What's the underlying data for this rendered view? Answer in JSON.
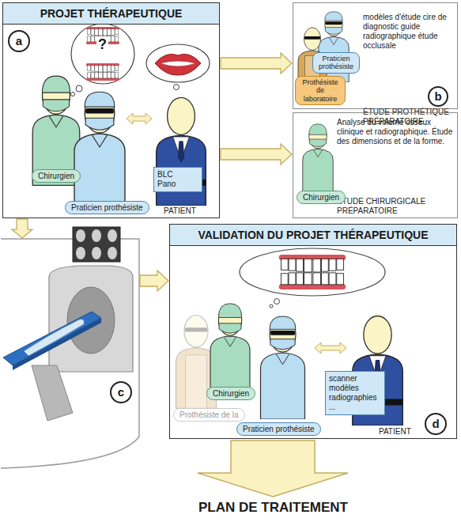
{
  "diagram": {
    "nodes": [
      {
        "text": [
          "PROJET THÉRAPEUTIQUE"
        ]
      },
      {
        "text": [
          "a"
        ],
        "in": 0
      },
      {
        "text": [
          "Chirurgien"
        ],
        "in": 0
      },
      {
        "text": [
          "Praticien prothésiste"
        ],
        "in": 0
      },
      {
        "text": [
          "BLC Pano"
        ],
        "in": 0
      },
      {
        "text": [
          "modèles d'étude cire de diagnostic guide radiographique étude occlusale",
          "ÉTUDE PROTHÉTIQUE PRÉPARATOIRE"
        ]
      },
      {
        "text": [
          "Praticien prothésiste"
        ],
        "in": 5
      },
      {
        "text": [
          "Prothésiste de laboratoire"
        ],
        "in": 5
      },
      {
        "text": [
          "b"
        ],
        "in": 5
      },
      {
        "text": [
          "Analyse du volume osseux clinique et radiographique. Étude des dimensions et de la forme.",
          "ÉTUDE CHIRURGICALE PRÉPARATOIRE"
        ]
      },
      {
        "text": [
          "Chirurgien"
        ],
        "in": 9
      },
      {
        "text": [
          "c"
        ]
      },
      {
        "text": [
          "VALIDATION DU PROJET THÉRAPEUTIQUE"
        ]
      },
      {
        "text": [
          "Prothésiste de la"
        ],
        "in": 12
      },
      {
        "text": [
          "Chirurgien"
        ],
        "in": 12
      },
      {
        "text": [
          "Praticien prothésiste"
        ],
        "in": 12
      },
      {
        "text": [
          "scanner modèles radiographies ..."
        ],
        "in": 12
      },
      {
        "text": [
          "d"
        ],
        "in": 12
      }
    ],
    "edges": [
      {
        "from": 0,
        "to": 5,
        "arrow": "to"
      },
      {
        "from": 0,
        "to": 9,
        "arrow": "to"
      },
      {
        "from": 0,
        "to": 11,
        "arrow": "to"
      },
      {
        "from": 11,
        "to": 12,
        "arrow": "to"
      }
    ],
    "labels": [
      "?",
      "PATIENT",
      "PATIENT",
      "PLAN DE TRAITEMENT"
    ]
  }
}
